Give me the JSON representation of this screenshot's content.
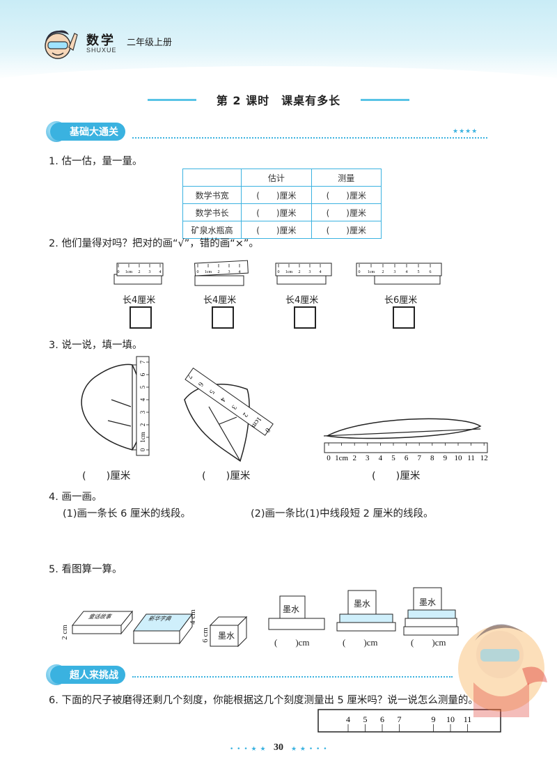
{
  "header": {
    "subject": "数学",
    "pinyin": "SHUXUE",
    "grade": "二年级上册"
  },
  "lesson": {
    "title": "第 2 课时　课桌有多长"
  },
  "sections": {
    "basic": "基础大通关",
    "challenge": "超人来挑战"
  },
  "q1": {
    "prompt": "1. 估一估，量一量。",
    "headers": [
      "",
      "估计",
      "测量"
    ],
    "rows": [
      {
        "item": "数学书宽",
        "est": "(　　)厘米",
        "meas": "(　　)厘米"
      },
      {
        "item": "数学书长",
        "est": "(　　)厘米",
        "meas": "(　　)厘米"
      },
      {
        "item": "矿泉水瓶高",
        "est": "(　　)厘米",
        "meas": "(　　)厘米"
      }
    ]
  },
  "q2": {
    "prompt": "2. 他们量得对吗？把对的画“√”，错的画“×”。",
    "captions": [
      "长4厘米",
      "长4厘米",
      "长4厘米",
      "长6厘米"
    ],
    "ruler_ticks": [
      "0",
      "1cm",
      "2",
      "3",
      "4",
      "5",
      "6"
    ]
  },
  "q3": {
    "prompt": "3. 说一说，填一填。",
    "answers": [
      "(　　)厘米",
      "(　　)厘米",
      "(　　)厘米"
    ],
    "vertical_ruler": [
      "0",
      "1cm",
      "2",
      "3",
      "4",
      "5",
      "6",
      "7"
    ],
    "tilted_ruler": [
      "0",
      "1cm",
      "2",
      "3",
      "4",
      "5",
      "6",
      "7"
    ],
    "long_ruler": [
      "0",
      "1cm",
      "2",
      "3",
      "4",
      "5",
      "6",
      "7",
      "8",
      "9",
      "10",
      "11",
      "12"
    ]
  },
  "q4": {
    "prompt": "4. 画一画。",
    "part1": "(1)画一条长 6 厘米的线段。",
    "part2": "(2)画一条比(1)中线段短 2 厘米的线段。"
  },
  "q5": {
    "prompt": "5. 看图算一算。",
    "book1": "童话故事",
    "book2": "新华字典",
    "ink": "墨水",
    "dim_book1": "2 cm",
    "dim_book2": "4 cm",
    "dim_ink": "6 cm",
    "blanks": [
      "(　　)cm",
      "(　　)cm",
      "(　　)cm"
    ]
  },
  "q6": {
    "prompt": "6. 下面的尺子被磨得还剩几个刻度，你能根据这几个刻度测量出 5 厘米吗？说一说怎么测量的。",
    "ticks": [
      "4",
      "5",
      "6",
      "7",
      "9",
      "10",
      "11"
    ]
  },
  "footer": {
    "page": "30"
  },
  "colors": {
    "accent": "#3ab2e0",
    "header_bg": "#c9ecf6"
  }
}
